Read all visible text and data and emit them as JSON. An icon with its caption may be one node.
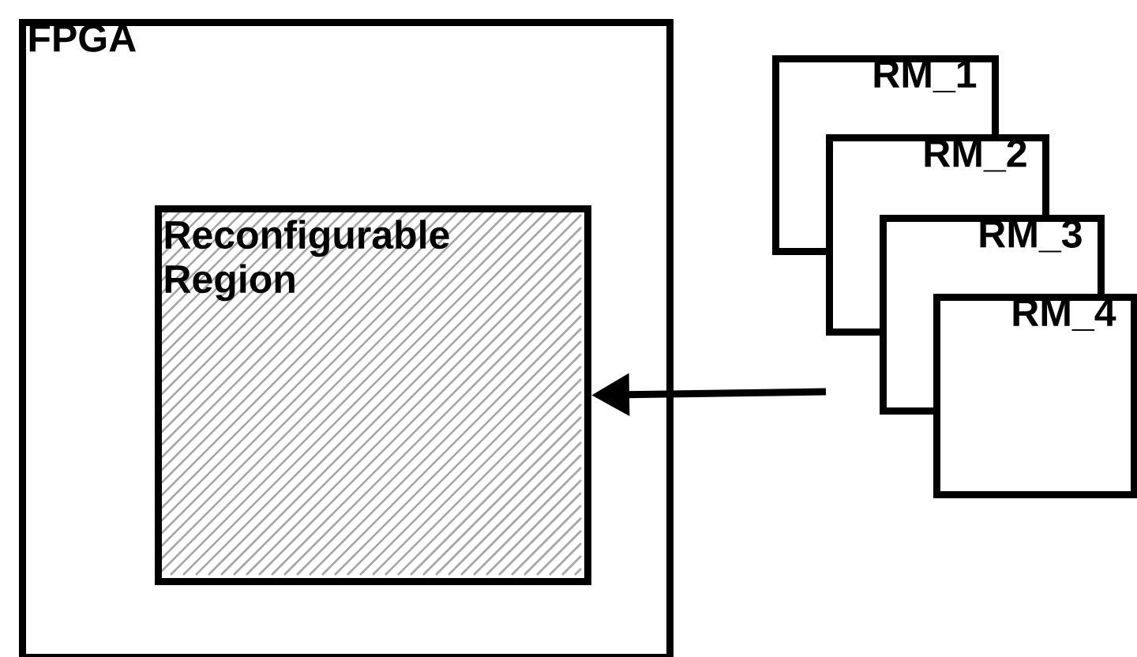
{
  "diagram": {
    "nodes": [
      {
        "text": [
          "FPGA"
        ]
      },
      {
        "text": [
          "Reconfigurable Region"
        ],
        "in": 0
      },
      {
        "text": [
          "RM_1"
        ]
      },
      {
        "text": [
          "RM_2"
        ]
      },
      {
        "text": [
          "RM_3"
        ]
      },
      {
        "text": [
          "RM_4"
        ]
      }
    ],
    "edges": [
      {
        "from": null,
        "to": 1,
        "arrow": "to"
      }
    ]
  }
}
